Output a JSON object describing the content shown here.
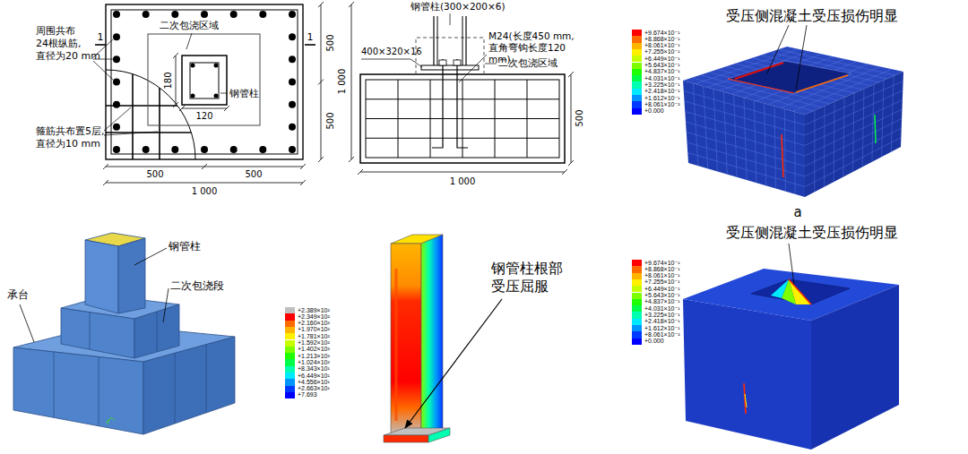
{
  "diagram": {
    "labels": [
      "周围共布 24根纵筋, 直径为20 mm",
      "二次包浇区域",
      "1",
      "1",
      "500",
      "500",
      "1 000",
      "180",
      "120",
      "钢管柱",
      "箍筋共布置5层, 直径为10 mm",
      "500",
      "500",
      "1 000",
      "钢管柱(300×200×6)",
      "400×320×16",
      "M24(长度450 mm, 直角弯钩长度120 mm)",
      "二次包浇区域",
      "500",
      "1 000",
      "受压侧混凝土受压损伤明显",
      "a",
      "承台",
      "钢管柱",
      "二次包浇段",
      "钢管柱根部 受压屈服",
      "受压侧混凝土受压损伤明显"
    ],
    "legend": [
      {
        "text": "+9.674×10⁻¹",
        "color": "#ff0000"
      },
      {
        "text": "+8.868×10⁻¹",
        "color": "#ff6a00"
      },
      {
        "text": "+8.061×10⁻¹",
        "color": "#ffb400"
      },
      {
        "text": "+7.255×10⁻¹",
        "color": "#fff000"
      },
      {
        "text": "+6.449×10⁻¹",
        "color": "#c8ff00"
      },
      {
        "text": "+5.643×10⁻¹",
        "color": "#7dff00"
      },
      {
        "text": "+4.837×10⁻¹",
        "color": "#20ff00"
      },
      {
        "text": "+4.031×10⁻¹",
        "color": "#00ff48"
      },
      {
        "text": "+3.225×10⁻¹",
        "color": "#00ffb0"
      },
      {
        "text": "+2.418×10⁻¹",
        "color": "#00eaff"
      },
      {
        "text": "+1.612×10⁻¹",
        "color": "#0094ff"
      },
      {
        "text": "+8.061×10⁻²",
        "color": "#0039ff"
      },
      {
        "text": "+0.000",
        "color": "#0000ff"
      },
      {
        "text": "+2.389×10²",
        "color": "#c0c0c0"
      },
      {
        "text": "+2.349×10²",
        "color": "#ff0000"
      },
      {
        "text": "+2.160×10²",
        "color": "#ff6a00"
      },
      {
        "text": "+1.970×10²",
        "color": "#ffb400"
      },
      {
        "text": "+1.781×10²",
        "color": "#fff000"
      },
      {
        "text": "+1.592×10²",
        "color": "#c8ff00"
      },
      {
        "text": "+1.402×10²",
        "color": "#7dff00"
      },
      {
        "text": "+1.213×10²",
        "color": "#20ff00"
      },
      {
        "text": "+1.024×10²",
        "color": "#00ff48"
      },
      {
        "text": "+8.343×10¹",
        "color": "#00ffb0"
      },
      {
        "text": "+6.449×10¹",
        "color": "#00eaff"
      },
      {
        "text": "+4.556×10¹",
        "color": "#0094ff"
      },
      {
        "text": "+2.663×10¹",
        "color": "#0039ff"
      },
      {
        "text": "+7.693",
        "color": "#0000ff"
      },
      {
        "text": "+9.674×10⁻¹",
        "color": "#ff0000"
      },
      {
        "text": "+8.868×10⁻¹",
        "color": "#ff6a00"
      },
      {
        "text": "+8.061×10⁻¹",
        "color": "#ffb400"
      },
      {
        "text": "+7.255×10⁻¹",
        "color": "#fff000"
      },
      {
        "text": "+6.449×10⁻¹",
        "color": "#c8ff00"
      },
      {
        "text": "+5.643×10⁻¹",
        "color": "#7dff00"
      },
      {
        "text": "+4.837×10⁻¹",
        "color": "#20ff00"
      },
      {
        "text": "+4.031×10⁻¹",
        "color": "#00ff48"
      },
      {
        "text": "+3.225×10⁻¹",
        "color": "#00ffb0"
      },
      {
        "text": "+2.418×10⁻¹",
        "color": "#00eaff"
      },
      {
        "text": "+1.612×10⁻¹",
        "color": "#0094ff"
      },
      {
        "text": "+8.061×10⁻²",
        "color": "#0039ff"
      },
      {
        "text": "+0.000",
        "color": "#0000ff"
      }
    ]
  }
}
